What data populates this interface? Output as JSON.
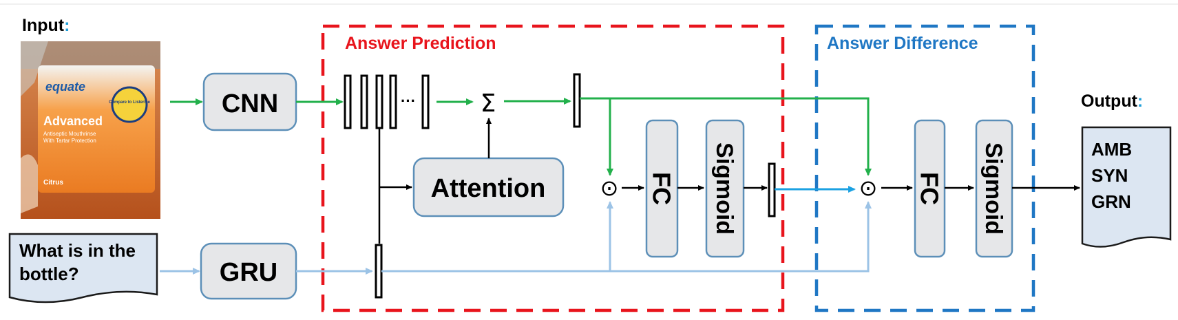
{
  "input_label": "Input",
  "output_label": "Output",
  "label_colon": ":",
  "regions": {
    "answer_prediction": "Answer Prediction",
    "answer_difference": "Answer Difference"
  },
  "blocks": {
    "cnn": "CNN",
    "gru": "GRU",
    "attention": "Attention",
    "fc1": "FC",
    "sigmoid1": "Sigmoid",
    "fc2": "FC",
    "sigmoid2": "Sigmoid"
  },
  "question": {
    "line1": "What is in the",
    "line2": "bottle?"
  },
  "outputs": [
    "AMB",
    "SYN",
    "GRN"
  ],
  "symbols": {
    "sum": "Σ",
    "ellipsis": "···",
    "elementwise_product": "⊙"
  },
  "photo_text": {
    "brand": "equate",
    "product": "Advanced",
    "line1": "Antiseptic Mouthrinse",
    "line2": "With Tartar Protection",
    "flavor": "Citrus",
    "seal": "Compare to Listerine"
  },
  "colors": {
    "prediction_border": "#e8141c",
    "difference_border": "#1f77c4",
    "image_arrow": "#22b04b",
    "question_arrow": "#9cc3e6",
    "mid_arrow": "#1ba1e2",
    "block_fill": "#e6e7e9",
    "block_stroke": "#5c8fb8",
    "doc_fill": "#dce6f2"
  }
}
